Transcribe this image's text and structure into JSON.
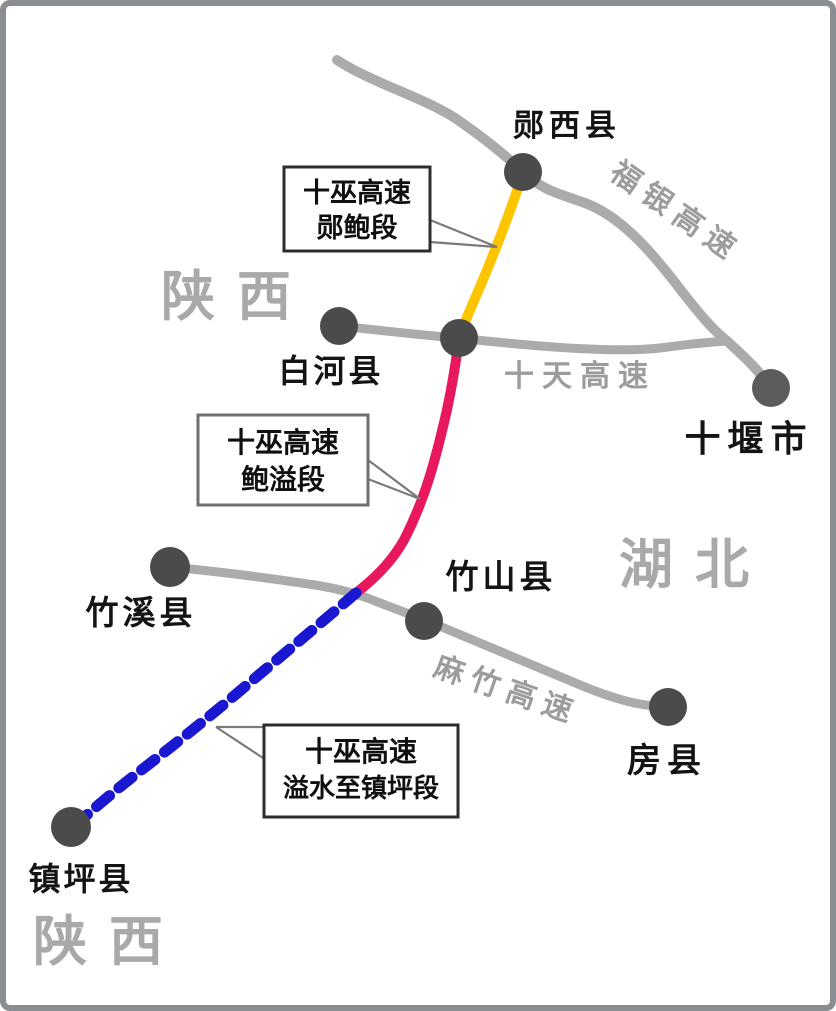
{
  "canvas": {
    "background": "#ffffff",
    "frame_color": "#8a8e93",
    "road_color": "#ababab",
    "road_label_color": "#9c9c9c",
    "province_label_color": "#a9a9a9",
    "node_color": "#4b4b4b",
    "shiyan_node_color": "#5c5c5c"
  },
  "provinces": [
    {
      "name": "shaanxi-north",
      "label": "陕西"
    },
    {
      "name": "hubei",
      "label": "湖北"
    },
    {
      "name": "shaanxi-south",
      "label": "陕西"
    }
  ],
  "cities": [
    {
      "name": "yunxi",
      "label": "郧西县"
    },
    {
      "name": "baihe",
      "label": "白河县"
    },
    {
      "name": "shiyan",
      "label": "十堰市"
    },
    {
      "name": "zhuxi",
      "label": "竹溪县"
    },
    {
      "name": "zhushan",
      "label": "竹山县"
    },
    {
      "name": "fangxian",
      "label": "房县"
    },
    {
      "name": "zhenping",
      "label": "镇坪县"
    }
  ],
  "gray_expressways": [
    {
      "name": "fuyin",
      "label": "福银高速",
      "color": "#ababab"
    },
    {
      "name": "shitian",
      "label": "十天高速",
      "color": "#ababab"
    },
    {
      "name": "mazhu",
      "label": "麻竹高速",
      "color": "#ababab"
    }
  ],
  "shiwu_segments": [
    {
      "name": "yunbao",
      "callout_line1": "十巫高速",
      "callout_line2": "郧鲍段",
      "color": "#fdc400",
      "style": "solid"
    },
    {
      "name": "baoyi",
      "callout_line1": "十巫高速",
      "callout_line2": "鲍溢段",
      "color": "#e8185c",
      "style": "solid"
    },
    {
      "name": "yishui-zhenping",
      "callout_line1": "十巫高速",
      "callout_line2": "溢水至镇坪段",
      "color": "#1a17d0",
      "style": "dashed"
    }
  ]
}
